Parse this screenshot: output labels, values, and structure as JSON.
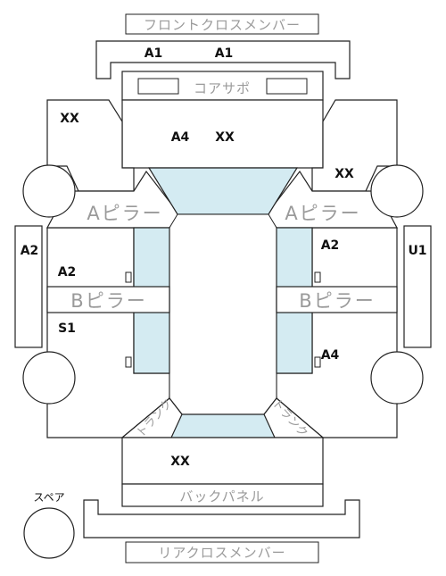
{
  "labels": {
    "front_cross_member": "フロントクロスメンバー",
    "core_support": "コアサポ",
    "a_pillar": "Aピラー",
    "b_pillar": "Bピラー",
    "back_panel": "バックパネル",
    "rear_cross_member": "リアクロスメンバー",
    "trunk": "トランク",
    "spare": "スペア"
  },
  "codes": {
    "front_member_left": "A1",
    "front_member_right": "A1",
    "hood_left": "A4",
    "hood_right": "XX",
    "front_fender_left": "XX",
    "front_fender_right": "XX",
    "left_side_sill": "A2",
    "left_front_door": "A2",
    "left_rear_door": "S1",
    "right_front_door": "A2",
    "right_rear_door": "A4",
    "right_side_sill": "U1",
    "trunk_lid": "XX"
  }
}
